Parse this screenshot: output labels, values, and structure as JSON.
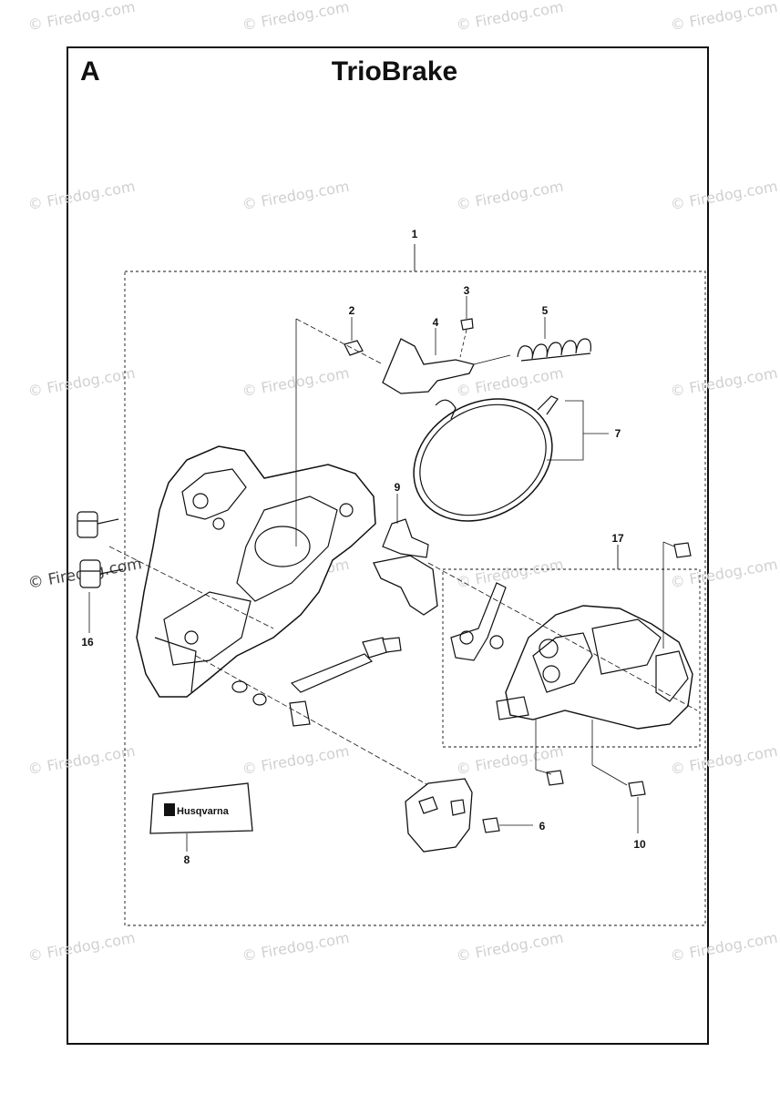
{
  "page": {
    "section_letter": "A",
    "title": "TrioBrake"
  },
  "watermark": {
    "text": "© Firedog.com"
  },
  "brand_label": {
    "text": "Husqvarna"
  },
  "callouts": [
    "1",
    "2",
    "3",
    "4",
    "5",
    "7",
    "9",
    "17",
    "16",
    "8",
    "6",
    "10"
  ],
  "colors": {
    "line": "#111111",
    "watermark": "#d0d0d0",
    "background": "#ffffff"
  }
}
